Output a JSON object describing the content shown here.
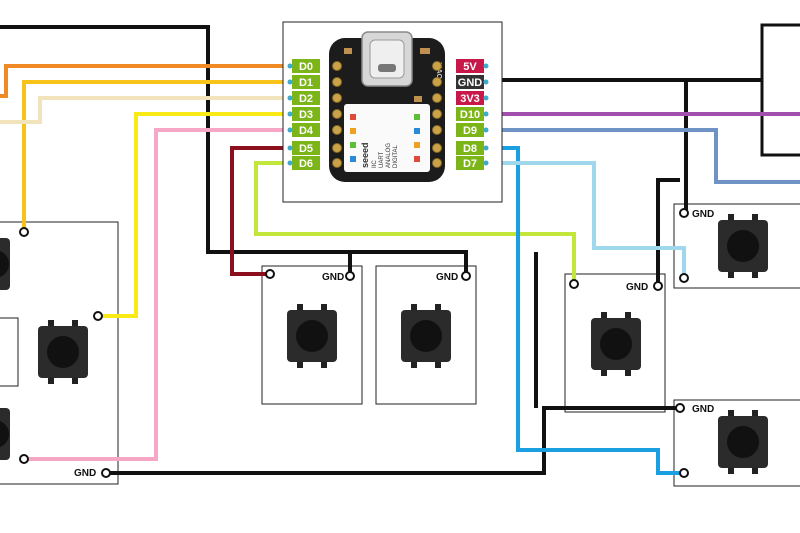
{
  "board": {
    "brand": "seeed",
    "marking": "XIAO",
    "silk_lines": [
      "IIC",
      "UART",
      "ANALOG",
      "DIGITAL"
    ],
    "pins_left": [
      "D0",
      "D1",
      "D2",
      "D3",
      "D4",
      "D5",
      "D6"
    ],
    "pins_right": [
      "5V",
      "GND",
      "3V3",
      "D10",
      "D9",
      "D8",
      "D7"
    ],
    "pin_colors_left": [
      "#7cb518",
      "#7cb518",
      "#7cb518",
      "#7cb518",
      "#7cb518",
      "#7cb518",
      "#7cb518"
    ],
    "pin_colors_right": [
      "#c8184a",
      "#333333",
      "#c8184a",
      "#7cb518",
      "#7cb518",
      "#7cb518",
      "#7cb518"
    ]
  },
  "buttons": {
    "gnd_label": "GND"
  },
  "wire_colors": {
    "D0": "#f08a24",
    "D1": "#f7c21c",
    "D2": "#f1e4bd",
    "D3": "#f9ea16",
    "D4": "#f6a7c6",
    "D5": "#8b0f1c",
    "D6": "#c2e73a",
    "D7": "#9fd7ec",
    "D8": "#1aa0e0",
    "D9": "#6f93c4",
    "D10": "#a24fae",
    "GND": "#111111"
  }
}
